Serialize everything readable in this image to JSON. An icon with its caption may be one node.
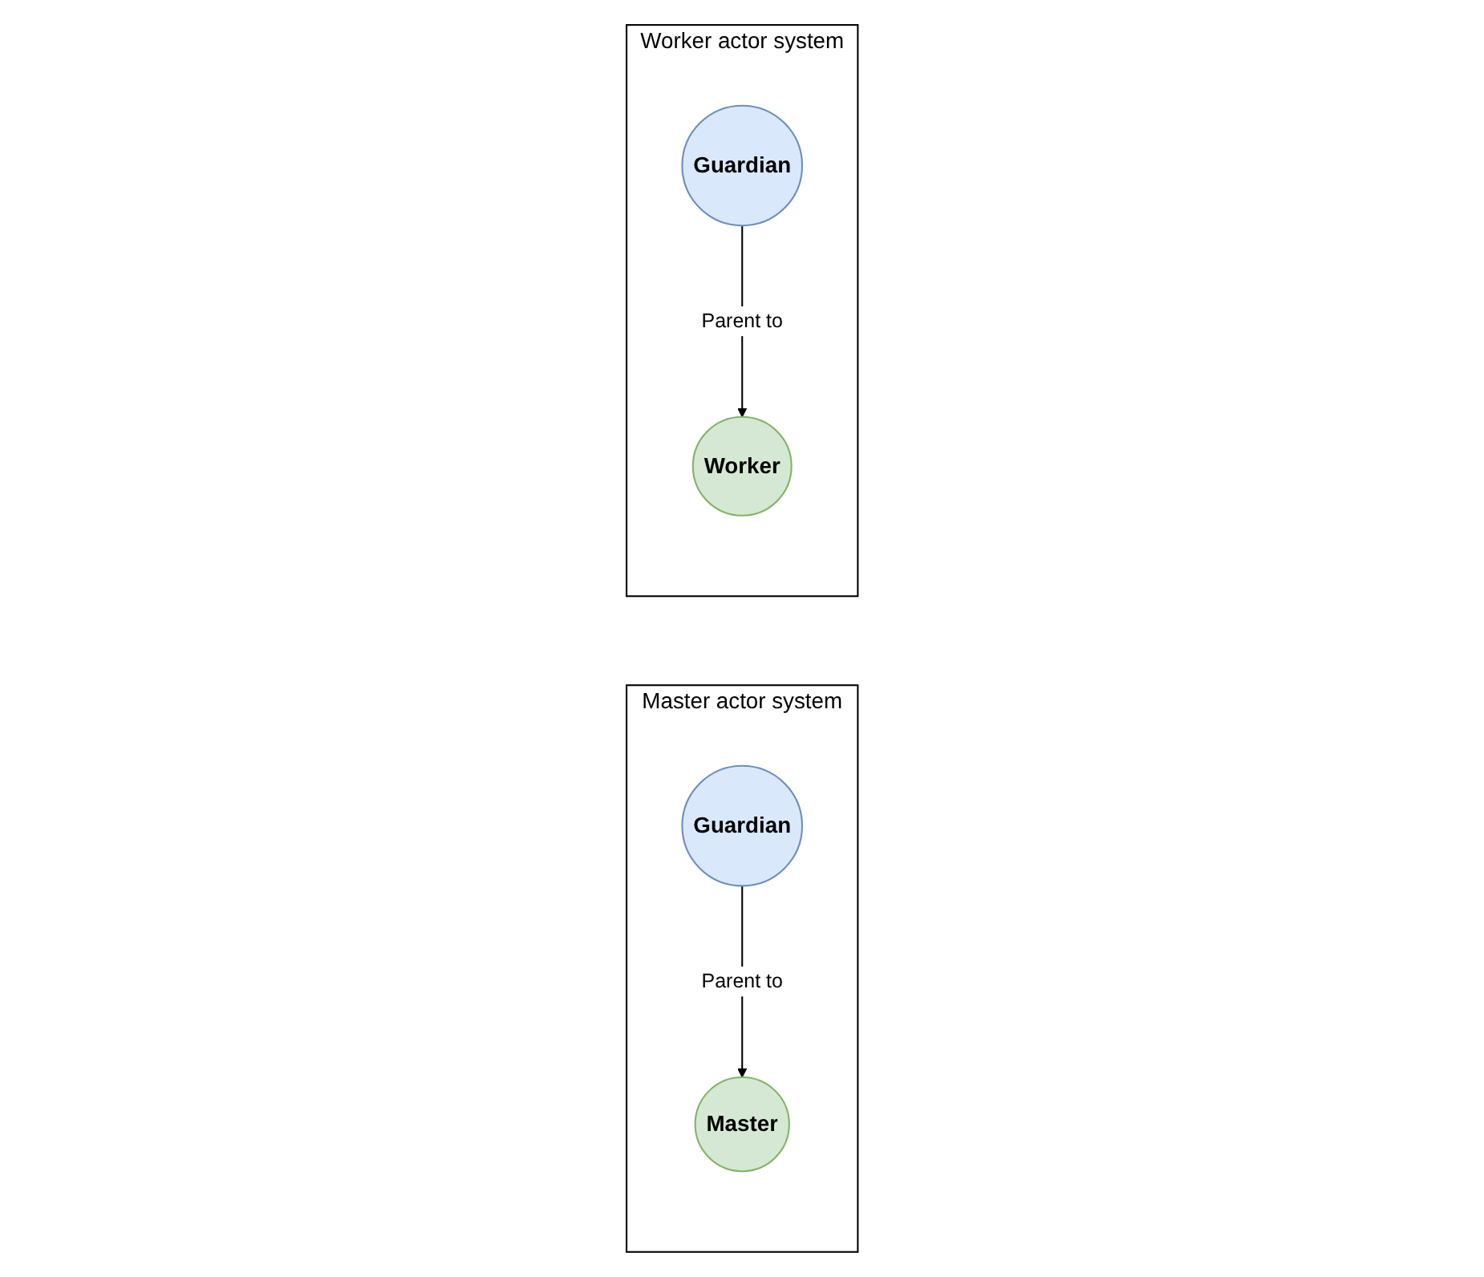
{
  "diagram": {
    "nodes": [
      {
        "text": [
          "Master actor system"
        ]
      },
      {
        "text": [
          "Guardian"
        ],
        "in": 0
      },
      {
        "text": [
          "Master"
        ],
        "in": 0
      },
      {
        "text": [
          "Worker actor system"
        ]
      },
      {
        "text": [
          "Guardian"
        ],
        "in": 3
      },
      {
        "text": [
          "Worker"
        ],
        "in": 3
      }
    ],
    "edges": [
      {
        "from": 1,
        "to": 2,
        "arrow": "to",
        "label": "Parent to"
      },
      {
        "from": 4,
        "to": 5,
        "arrow": "to",
        "label": "Parent to"
      }
    ]
  }
}
